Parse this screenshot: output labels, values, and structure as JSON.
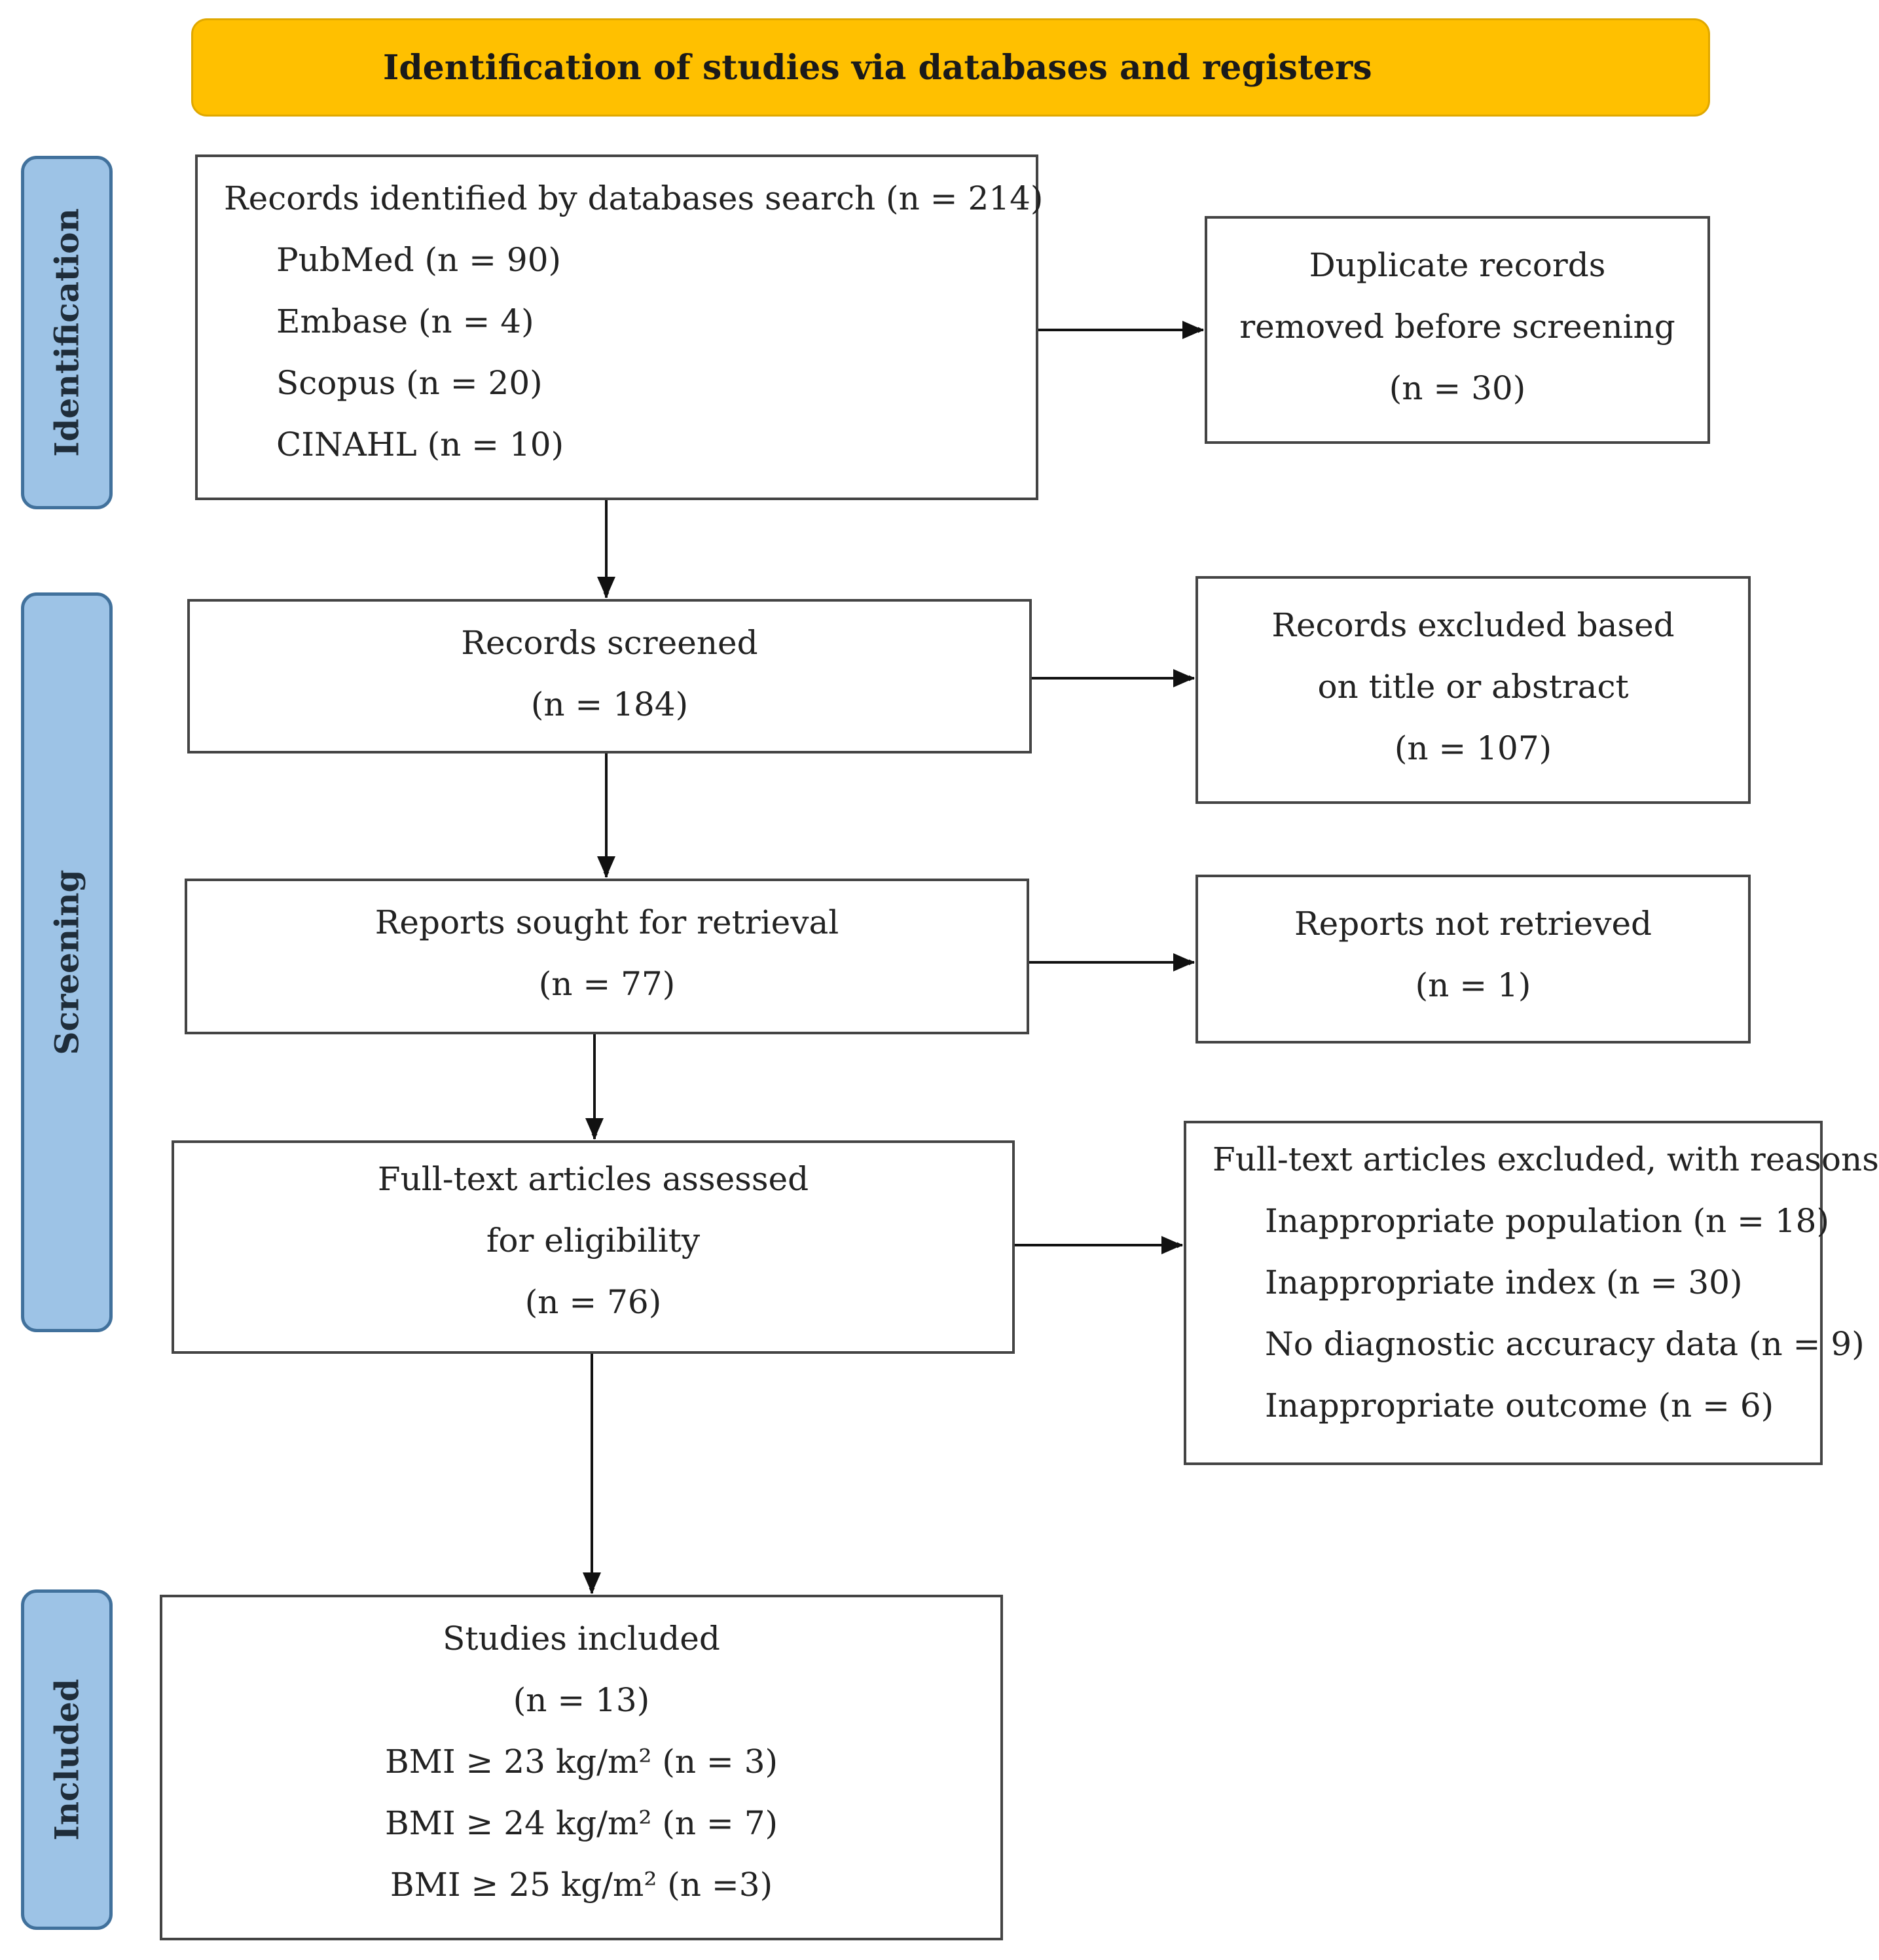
{
  "header": "Identification of studies via databases and registers",
  "stages": {
    "identification": "Identification",
    "screening": "Screening",
    "included": "Included"
  },
  "boxes": {
    "records_identified": {
      "title": "Records identified by databases search (n = 214)",
      "items": [
        "PubMed (n = 90)",
        "Embase (n = 4)",
        "Scopus (n = 20)",
        "CINAHL (n = 10)"
      ]
    },
    "duplicates": {
      "lines": [
        "Duplicate records",
        "removed before screening",
        "(n = 30)"
      ]
    },
    "screened": {
      "lines": [
        "Records screened",
        "(n = 184)"
      ]
    },
    "excluded_title": {
      "lines": [
        "Records excluded based",
        "on title or abstract",
        "(n = 107)"
      ]
    },
    "sought": {
      "lines": [
        "Reports sought for retrieval",
        "(n = 77)"
      ]
    },
    "not_retrieved": {
      "lines": [
        "Reports not retrieved",
        "(n = 1)"
      ]
    },
    "assessed": {
      "lines": [
        "Full-text articles assessed",
        "for eligibility",
        "(n = 76)"
      ]
    },
    "excluded_fulltext": {
      "title": "Full-text articles excluded, with reasons",
      "items": [
        "Inappropriate population (n = 18)",
        "Inappropriate index (n = 30)",
        "No diagnostic accuracy data (n = 9)",
        "Inappropriate outcome (n = 6)"
      ]
    },
    "included": {
      "lines": [
        "Studies included",
        "(n = 13)"
      ],
      "items": [
        "BMI ≥ 23 kg/m² (n = 3)",
        "BMI ≥ 24 kg/m² (n = 7)",
        "BMI ≥ 25 kg/m² (n =3)"
      ]
    }
  }
}
